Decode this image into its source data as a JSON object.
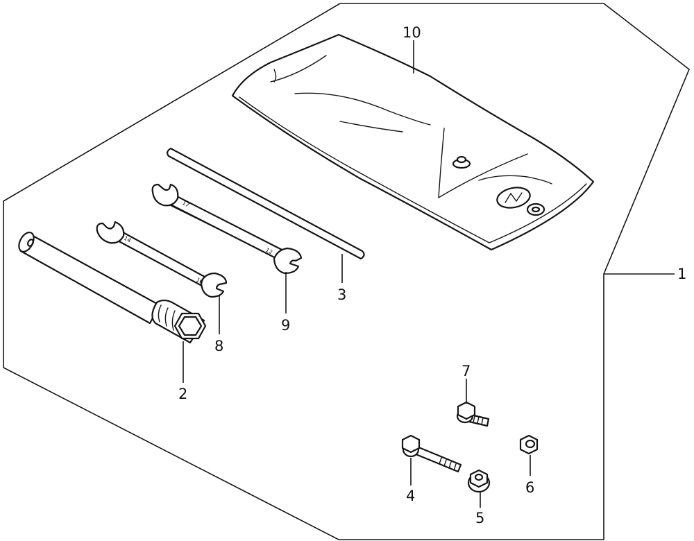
{
  "callouts": [
    {
      "id": "1",
      "label": "1"
    },
    {
      "id": "2",
      "label": "2"
    },
    {
      "id": "3",
      "label": "3"
    },
    {
      "id": "4",
      "label": "4"
    },
    {
      "id": "5",
      "label": "5"
    },
    {
      "id": "6",
      "label": "6"
    },
    {
      "id": "7",
      "label": "7"
    },
    {
      "id": "8",
      "label": "8"
    },
    {
      "id": "9",
      "label": "9"
    },
    {
      "id": "10",
      "label": "10"
    }
  ],
  "wrench_markings": {
    "wrench_9_left": "17",
    "wrench_9_right": "12",
    "wrench_8_left": "14",
    "wrench_8_right": "10"
  },
  "colors": {
    "ink": "#151515",
    "paper": "#ffffff"
  }
}
